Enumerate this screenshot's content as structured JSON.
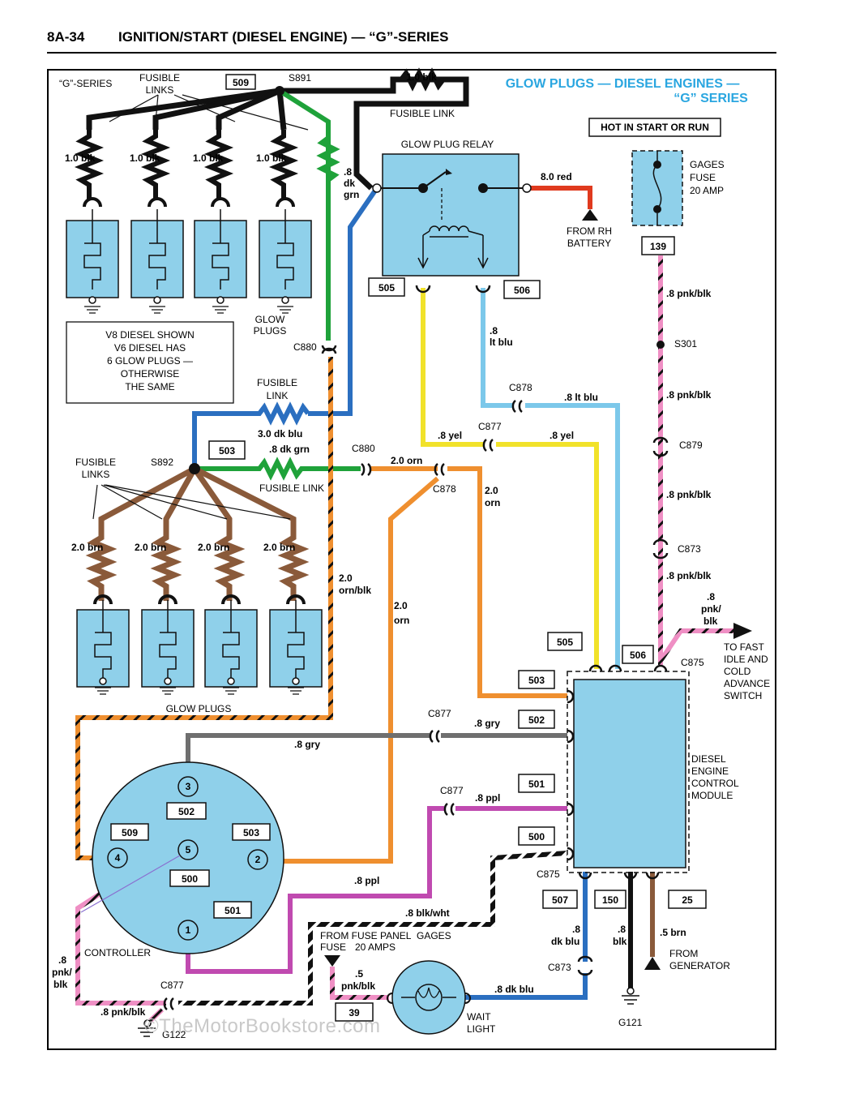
{
  "header": {
    "page_number": "8A-34",
    "title": "IGNITION/START (DIESEL ENGINE) — “G”-SERIES"
  },
  "diagram_title": {
    "line1": "GLOW PLUGS — DIESEL ENGINES —",
    "line2": "“G” SERIES"
  },
  "labels": {
    "g_series": "“G”-SERIES",
    "fusible_links_top_1": "FUSIBLE",
    "fusible_links_top_2": "LINKS",
    "fusible_links_bot_1": "FUSIBLE",
    "fusible_links_bot_2": "LINKS",
    "splice_s891": "S891",
    "splice_s892": "S892",
    "blk_10_top": "1.0 blk",
    "fusible_link_top": "FUSIBLE LINK",
    "relay_title": "GLOW PLUG RELAY",
    "hot_in_start": "HOT IN START OR RUN",
    "gages_fuse_1": "GAGES",
    "gages_fuse_2": "FUSE",
    "gages_fuse_3": "20 AMP",
    "red_80": "8.0 red",
    "from_rh_1": "FROM RH",
    "from_rh_2": "BATTERY",
    "glow_plugs_a_1": "GLOW",
    "glow_plugs_a_2": "PLUGS",
    "note_1": "V8 DIESEL SHOWN",
    "note_2": "V6 DIESEL HAS",
    "note_3": "6 GLOW PLUGS —",
    "note_4": "OTHERWISE",
    "note_5": "THE SAME",
    "fusible_link_mid_1": "FUSIBLE",
    "fusible_link_mid_2": "LINK",
    "dk_blu_30": "3.0 dk blu",
    "dk_grn_08": ".8 dk grn",
    "fusible_link_grn": "FUSIBLE LINK",
    "glow_plugs_b": "GLOW PLUGS",
    "lt_blu_a_1": ".8",
    "lt_blu_a_2": "lt blu",
    "lt_blu_b": ".8 lt blu",
    "yel_a": ".8 yel",
    "yel_b": ".8 yel",
    "orn_20_a": "2.0 orn",
    "orn_20_b_1": "2.0",
    "orn_20_b_2": "orn",
    "orn_20_c_1": "2.0",
    "orn_20_c_2": "orn",
    "orn_blk_1": "2.0",
    "orn_blk_2": "orn/blk",
    "dk_grn_top_1": ".8",
    "dk_grn_top_2": "dk",
    "dk_grn_top_3": "grn",
    "pnk_blk_a": ".8 pnk/blk",
    "pnk_blk_b": ".8 pnk/blk",
    "pnk_blk_c": ".8 pnk/blk",
    "pnk_blk_d": ".8 pnk/blk",
    "pnk_blk_e_1": ".8",
    "pnk_blk_e_2": "pnk/",
    "pnk_blk_e_3": "blk",
    "to_fast_1": "TO FAST",
    "to_fast_2": "IDLE AND",
    "to_fast_3": "COLD",
    "to_fast_4": "ADVANCE",
    "to_fast_5": "SWITCH",
    "gry_a": ".8 gry",
    "gry_b": ".8 gry",
    "ppl_a": ".8 ppl",
    "ppl_b": ".8 ppl",
    "blk_wht": ".8 blk/wht",
    "module_1": "DIESEL",
    "module_2": "ENGINE",
    "module_3": "CONTROL",
    "module_4": "MODULE",
    "dk_blu_a_1": ".8",
    "dk_blu_a_2": "dk blu",
    "dk_blu_b": ".8  dk blu",
    "blk_08_1": ".8",
    "blk_08_2": "blk",
    "brn_05": ".5 brn",
    "from_gen_1": "FROM",
    "from_gen_2": "GENERATOR",
    "from_fuse_1": "FROM FUSE PANEL",
    "from_fuse_gages": "GAGES",
    "from_fuse_2": "FUSE",
    "from_fuse_3": "20 AMPS",
    "pnk_blk_05_1": ".5",
    "pnk_blk_05_2": "pnk/blk",
    "wait_1": "WAIT",
    "wait_2": "LIGHT",
    "controller": "CONTROLLER",
    "ground_g121": "G121",
    "ground_g122": "G122",
    "brn_20": "2.0 brn",
    "blk_10": "1.0 blk"
  },
  "connectors": {
    "c880_a": "C880",
    "c880_b": "C880",
    "c878_a": "C878",
    "c878_b": "C878",
    "c877_a": "C877",
    "c877_b": "C877",
    "c877_c": "C877",
    "c877_d": "C877",
    "c879": "C879",
    "c873_a": "C873",
    "c873_b": "C873",
    "c875_a": "C875",
    "c875_b": "C875",
    "s301": "S301"
  },
  "circuits": {
    "c509": "509",
    "c503": "503",
    "c505_a": "505",
    "c506_a": "506",
    "c139": "139",
    "c505_b": "505",
    "c506_b": "506",
    "c503_b": "503",
    "c502": "502",
    "c501": "501",
    "c500": "500",
    "c507": "507",
    "c150": "150",
    "c25": "25",
    "c39": "39",
    "ctl_502": "502",
    "ctl_509": "509",
    "ctl_503": "503",
    "ctl_500": "500",
    "ctl_501": "501"
  },
  "terminals": {
    "t1": "1",
    "t2": "2",
    "t3": "3",
    "t4": "4",
    "t5": "5"
  },
  "watermark": "©TheMotorBookstore.com",
  "colors": {
    "component_fill": "#8fd0ea",
    "title_blue": "#2aa6e0",
    "wire_dk_grn": "#1fa23a",
    "wire_dk_blu": "#2b6fc0",
    "wire_lt_blu": "#7cc8ea",
    "wire_yel": "#f1e22a",
    "wire_orn": "#ef8f2f",
    "wire_red": "#e03a1e",
    "wire_pnk": "#ef8fc4",
    "wire_gry": "#6f6f6f",
    "wire_ppl": "#c04ab0",
    "wire_brn": "#8a5a3a",
    "wire_blk": "#111111"
  }
}
